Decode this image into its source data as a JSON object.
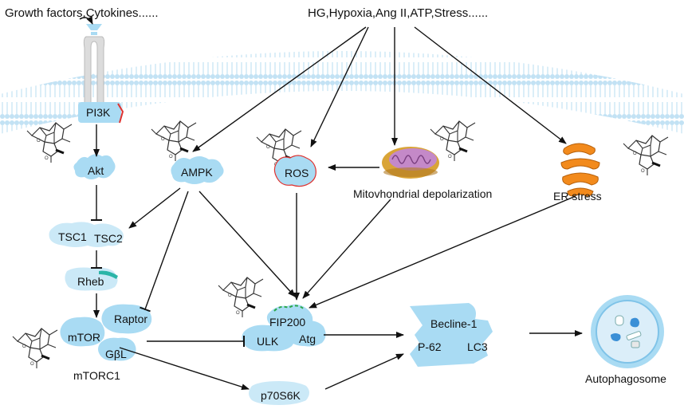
{
  "labels": {
    "growth": "Growth factors,Cytokines......",
    "stimuli": "HG,Hypoxia,Ang II,ATP,Stress......",
    "pi3k": "PI3K",
    "akt": "Akt",
    "ampk": "AMPK",
    "ros": "ROS",
    "mito": "Mitovhondrial depolarization",
    "er": "ER stress",
    "tsc1": "TSC1",
    "tsc2": "TSC2",
    "rheb": "Rheb",
    "mtor": "mTOR",
    "raptor": "Raptor",
    "gbl": "GβL",
    "mtorc1": "mTORC1",
    "fip200": "FIP200",
    "ulk": "ULK",
    "atg": "Atg",
    "becline": "Becline-1",
    "p62": "P-62",
    "lc3": "LC3",
    "p70s6k": "p70S6K",
    "autophagosome": "Autophagosome"
  },
  "colors": {
    "node_fill": "#a9dbf3",
    "node_light": "#cbe9f7",
    "membrane": "#bfe0f3",
    "arrow": "#111111",
    "er_orange": "#f28a1c",
    "mito_outer": "#d9a437",
    "mito_inner": "#c489c8",
    "rheb_accent": "#2bb5a8",
    "fip_accent": "#2aa84a",
    "pi3k_accent": "#e0322f",
    "ros_accent": "#e0322f"
  },
  "icons": [
    "artemisinin-molecule-icon",
    "mitochondrion-icon",
    "er-stress-icon",
    "receptor-icon",
    "autophagosome-icon"
  ]
}
